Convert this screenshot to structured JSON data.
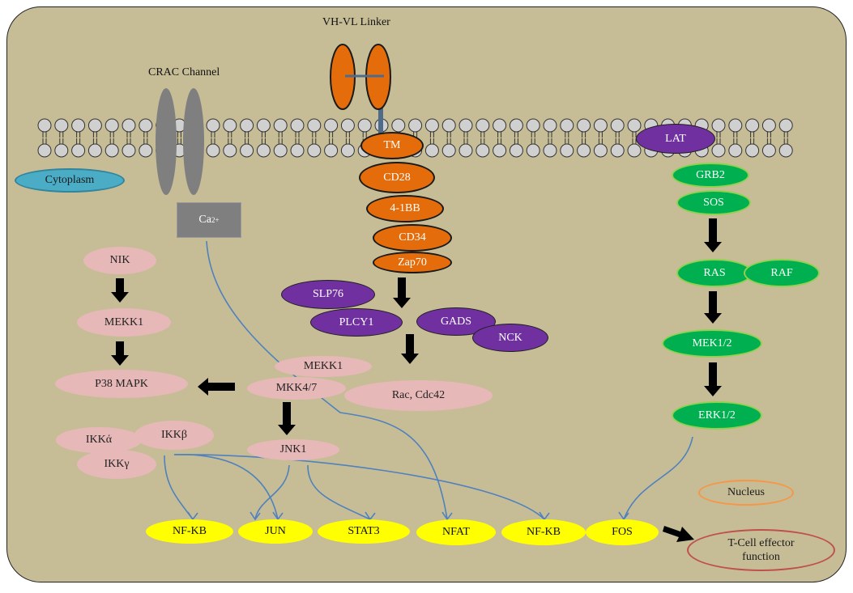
{
  "labels": {
    "vh_vl_linker": "VH-VL Linker",
    "crac_channel": "CRAC Channel",
    "cytoplasm": "Cytoplasm",
    "calcium_base": "Ca",
    "calcium_charge": "2+",
    "nucleus": "Nucleus",
    "tcell_effector_line1": "T-Cell effector",
    "tcell_effector_line2": "function"
  },
  "car_domains": [
    "TM",
    "CD28",
    "4-1BB",
    "CD34",
    "Zap70"
  ],
  "purple_proteins": [
    "SLP76",
    "PLCY1",
    "GADS",
    "NCK",
    "LAT"
  ],
  "green_pathway": [
    "GRB2",
    "SOS",
    "RAS",
    "RAF",
    "MEK1/2",
    "ERK1/2"
  ],
  "pink_pathway": [
    "NIK",
    "MEKK1",
    "P38 MAPK",
    "IKKά",
    "IKKβ",
    "IKKγ",
    "MEKK1",
    "MKK4/7",
    "Rac, Cdc42",
    "JNK1"
  ],
  "transcription_factors": [
    "NF-KB",
    "JUN",
    "STAT3",
    "NFAT",
    "NF-KB",
    "FOS"
  ],
  "colors": {
    "cell_background": "#c6bd97",
    "membrane_head": "#d0d0d0",
    "car_orange": "#e46c0a",
    "purple": "#7030a0",
    "green": "#00b050",
    "green_border": "#92d050",
    "pink": "#e7b8b8",
    "yellow": "#ffff00",
    "arrow_blue": "#4f81bd",
    "cytoplasm_fill": "#4bacc6",
    "nucleus_border": "#f79646",
    "effector_border": "#c0504d",
    "channel_grey": "#7f7f7f"
  }
}
